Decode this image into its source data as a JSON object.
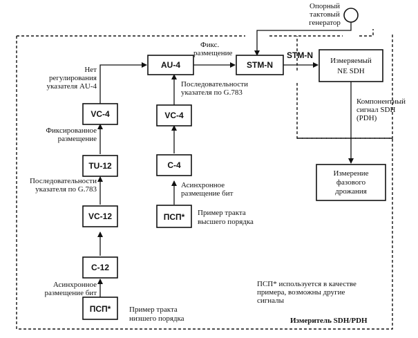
{
  "blocks": {
    "psp_low": "ПСП*",
    "c12": "C-12",
    "vc12": "VC-12",
    "tu12": "TU-12",
    "vc4_left": "VC-4",
    "psp_high": "ПСП*",
    "c4": "C-4",
    "vc4_mid": "VC-4",
    "au4": "AU-4",
    "stmn": "STM-N",
    "ne_line1": "Измеряемый",
    "ne_line2": "NE SDH",
    "jitter_line1": "Измерение",
    "jitter_line2": "фазового",
    "jitter_line3": "дрожания"
  },
  "labels": {
    "psp_low_line1": "Пример тракта",
    "psp_low_line2": "низшего порядка",
    "async_low_line1": "Асинхронное",
    "async_low_line2": "размещение бит",
    "ptr_g783_left_line1": "Последовательности",
    "ptr_g783_left_line2": "указателя по G.783",
    "fixed_left_line1": "Фиксированное",
    "fixed_left_line2": "размещение",
    "no_reg_line1": "Нет",
    "no_reg_line2": "регулирования",
    "no_reg_line3": "указателя AU-4",
    "psp_high_line1": "Пример тракта",
    "psp_high_line2": "высшего порядка",
    "async_high_line1": "Асинхронное",
    "async_high_line2": "размещение бит",
    "ptr_g783_mid_line1": "Последовательности",
    "ptr_g783_mid_line2": "указателя по G.783",
    "fixed_top_line1": "Фикс.",
    "fixed_top_line2": "размещение",
    "stmn_arrow": "STM-N",
    "ref_clock_line1": "Опорный",
    "ref_clock_line2": "тактовый",
    "ref_clock_line3": "генератор",
    "component_line1": "Компонентный",
    "component_line2": "сигнал SDH",
    "component_line3": "(PDH)",
    "note_line1": "ПСП* используется в качестве",
    "note_line2": "примера, возможны другие",
    "note_line3": "сигналы",
    "analyzer": "Измеритель SDH/PDH"
  }
}
